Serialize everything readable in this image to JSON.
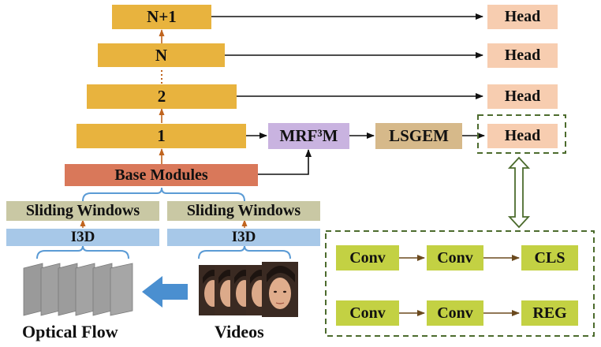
{
  "pyramid": {
    "levels": [
      {
        "label": "N+1"
      },
      {
        "label": "N"
      },
      {
        "label": "2"
      },
      {
        "label": "1"
      }
    ],
    "base_modules": "Base Modules"
  },
  "heads": [
    "Head",
    "Head",
    "Head",
    "Head"
  ],
  "modules": {
    "mrf": "MRF³M",
    "lsgem": "LSGEM"
  },
  "left_branch": {
    "sliding_windows": "Sliding Windows",
    "i3d": "I3D",
    "input": "Optical Flow"
  },
  "right_branch": {
    "sliding_windows": "Sliding Windows",
    "i3d": "I3D",
    "input": "Videos"
  },
  "head_detail": {
    "row1": [
      "Conv",
      "Conv",
      "CLS"
    ],
    "row2": [
      "Conv",
      "Conv",
      "REG"
    ]
  },
  "colors": {
    "pyramid": "#e8b33e",
    "base": "#d9785a",
    "head": "#f7cdb0",
    "mrf": "#c9b3e0",
    "lsgem": "#d6b98a",
    "sliding": "#c9c8a4",
    "i3d": "#a7c8e8",
    "conv": "#c3d143",
    "dashed": "#4c6b2d",
    "orange_arrow": "#c0641e",
    "brace": "#5b9bd5",
    "big_arrow": "#4a8fd0"
  }
}
